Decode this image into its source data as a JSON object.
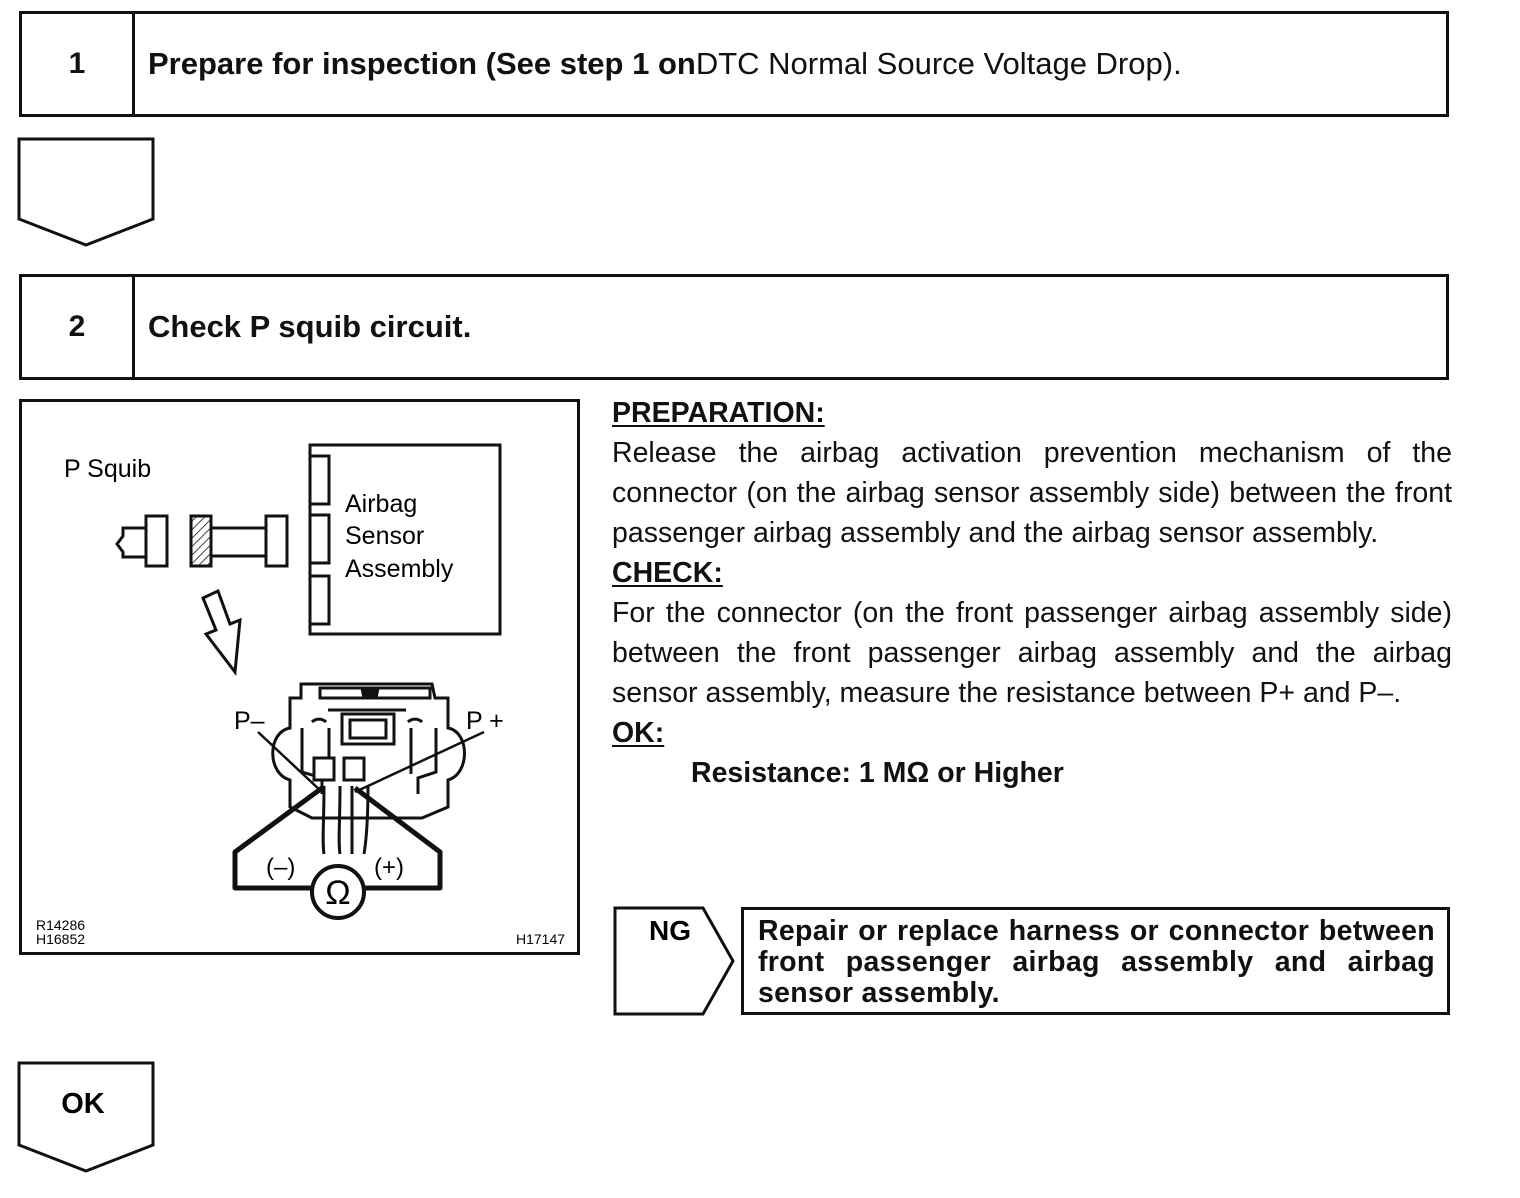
{
  "step1": {
    "number": "1",
    "title_bold": "Prepare for inspection (See step 1 on ",
    "title_plain": "DTC Normal Source Voltage Drop",
    "title_end": ")."
  },
  "step2": {
    "number": "2",
    "title": "Check P squib circuit."
  },
  "diagram": {
    "p_squib_label": "P Squib",
    "sensor_label_line1": "Airbag",
    "sensor_label_line2": "Sensor",
    "sensor_label_line3": "Assembly",
    "p_minus": "P–",
    "p_plus": "P +",
    "neg_probe": "(–)",
    "pos_probe": "(+)",
    "ohm_symbol": "Ω",
    "ref_code_1": "R14286",
    "ref_code_2": "H16852",
    "ref_code_3": "H17147"
  },
  "instructions": {
    "preparation_heading": "PREPARATION:",
    "preparation_text": "Release the airbag activation prevention mechanism of the connector (on the airbag sensor assembly side) between the front passenger airbag assembly and the airbag sensor assembly.",
    "check_heading": "CHECK:",
    "check_text": "For the connector (on the front passenger airbag assembly side) between the front passenger airbag assembly and the airbag sensor assembly, measure the resistance between P+ and P–.",
    "ok_heading": "OK:",
    "ok_spec": "Resistance: 1 MΩ or Higher"
  },
  "ng": {
    "label": "NG",
    "result": "Repair or replace harness or connector between front passenger airbag assembly and airbag sensor assembly."
  },
  "ok_arrow": {
    "label": "OK"
  }
}
